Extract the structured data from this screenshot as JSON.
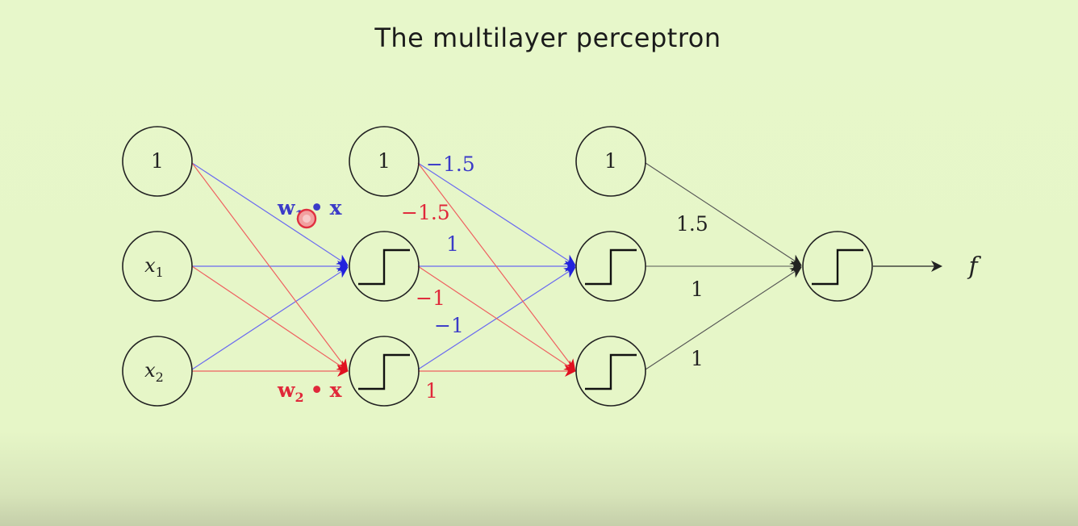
{
  "slide": {
    "title": "The multilayer perceptron"
  },
  "network": {
    "input_layer": [
      "1",
      "x",
      "x"
    ],
    "input_subscripts": [
      "",
      "1",
      "2"
    ],
    "hidden1_bias": "1",
    "hidden2_bias": "1",
    "output_label": "f",
    "dot_product_blue": {
      "w": "w",
      "sub": "1",
      "dot": "•",
      "x": "x"
    },
    "dot_product_red": {
      "w": "w",
      "sub": "2",
      "dot": "•",
      "x": "x"
    },
    "weights": {
      "bias_to_h2_top": "−1.5",
      "bias_to_h2_bottom": "−1.5",
      "h1_top_to_h2_top": "1",
      "h1_top_to_h2_bottom": "−1",
      "h1_bottom_to_h2_top": "−1",
      "h1_bottom_to_h2_bottom": "1",
      "bias_to_out": "1.5",
      "h2_top_to_out": "1",
      "h2_bottom_to_out": "1"
    }
  },
  "colors": {
    "blue": "#3b3bc8",
    "red": "#e0283a",
    "edge_blue": "#5a5ae8",
    "edge_red": "#ee5a5a",
    "background": "#e6f6c8"
  }
}
